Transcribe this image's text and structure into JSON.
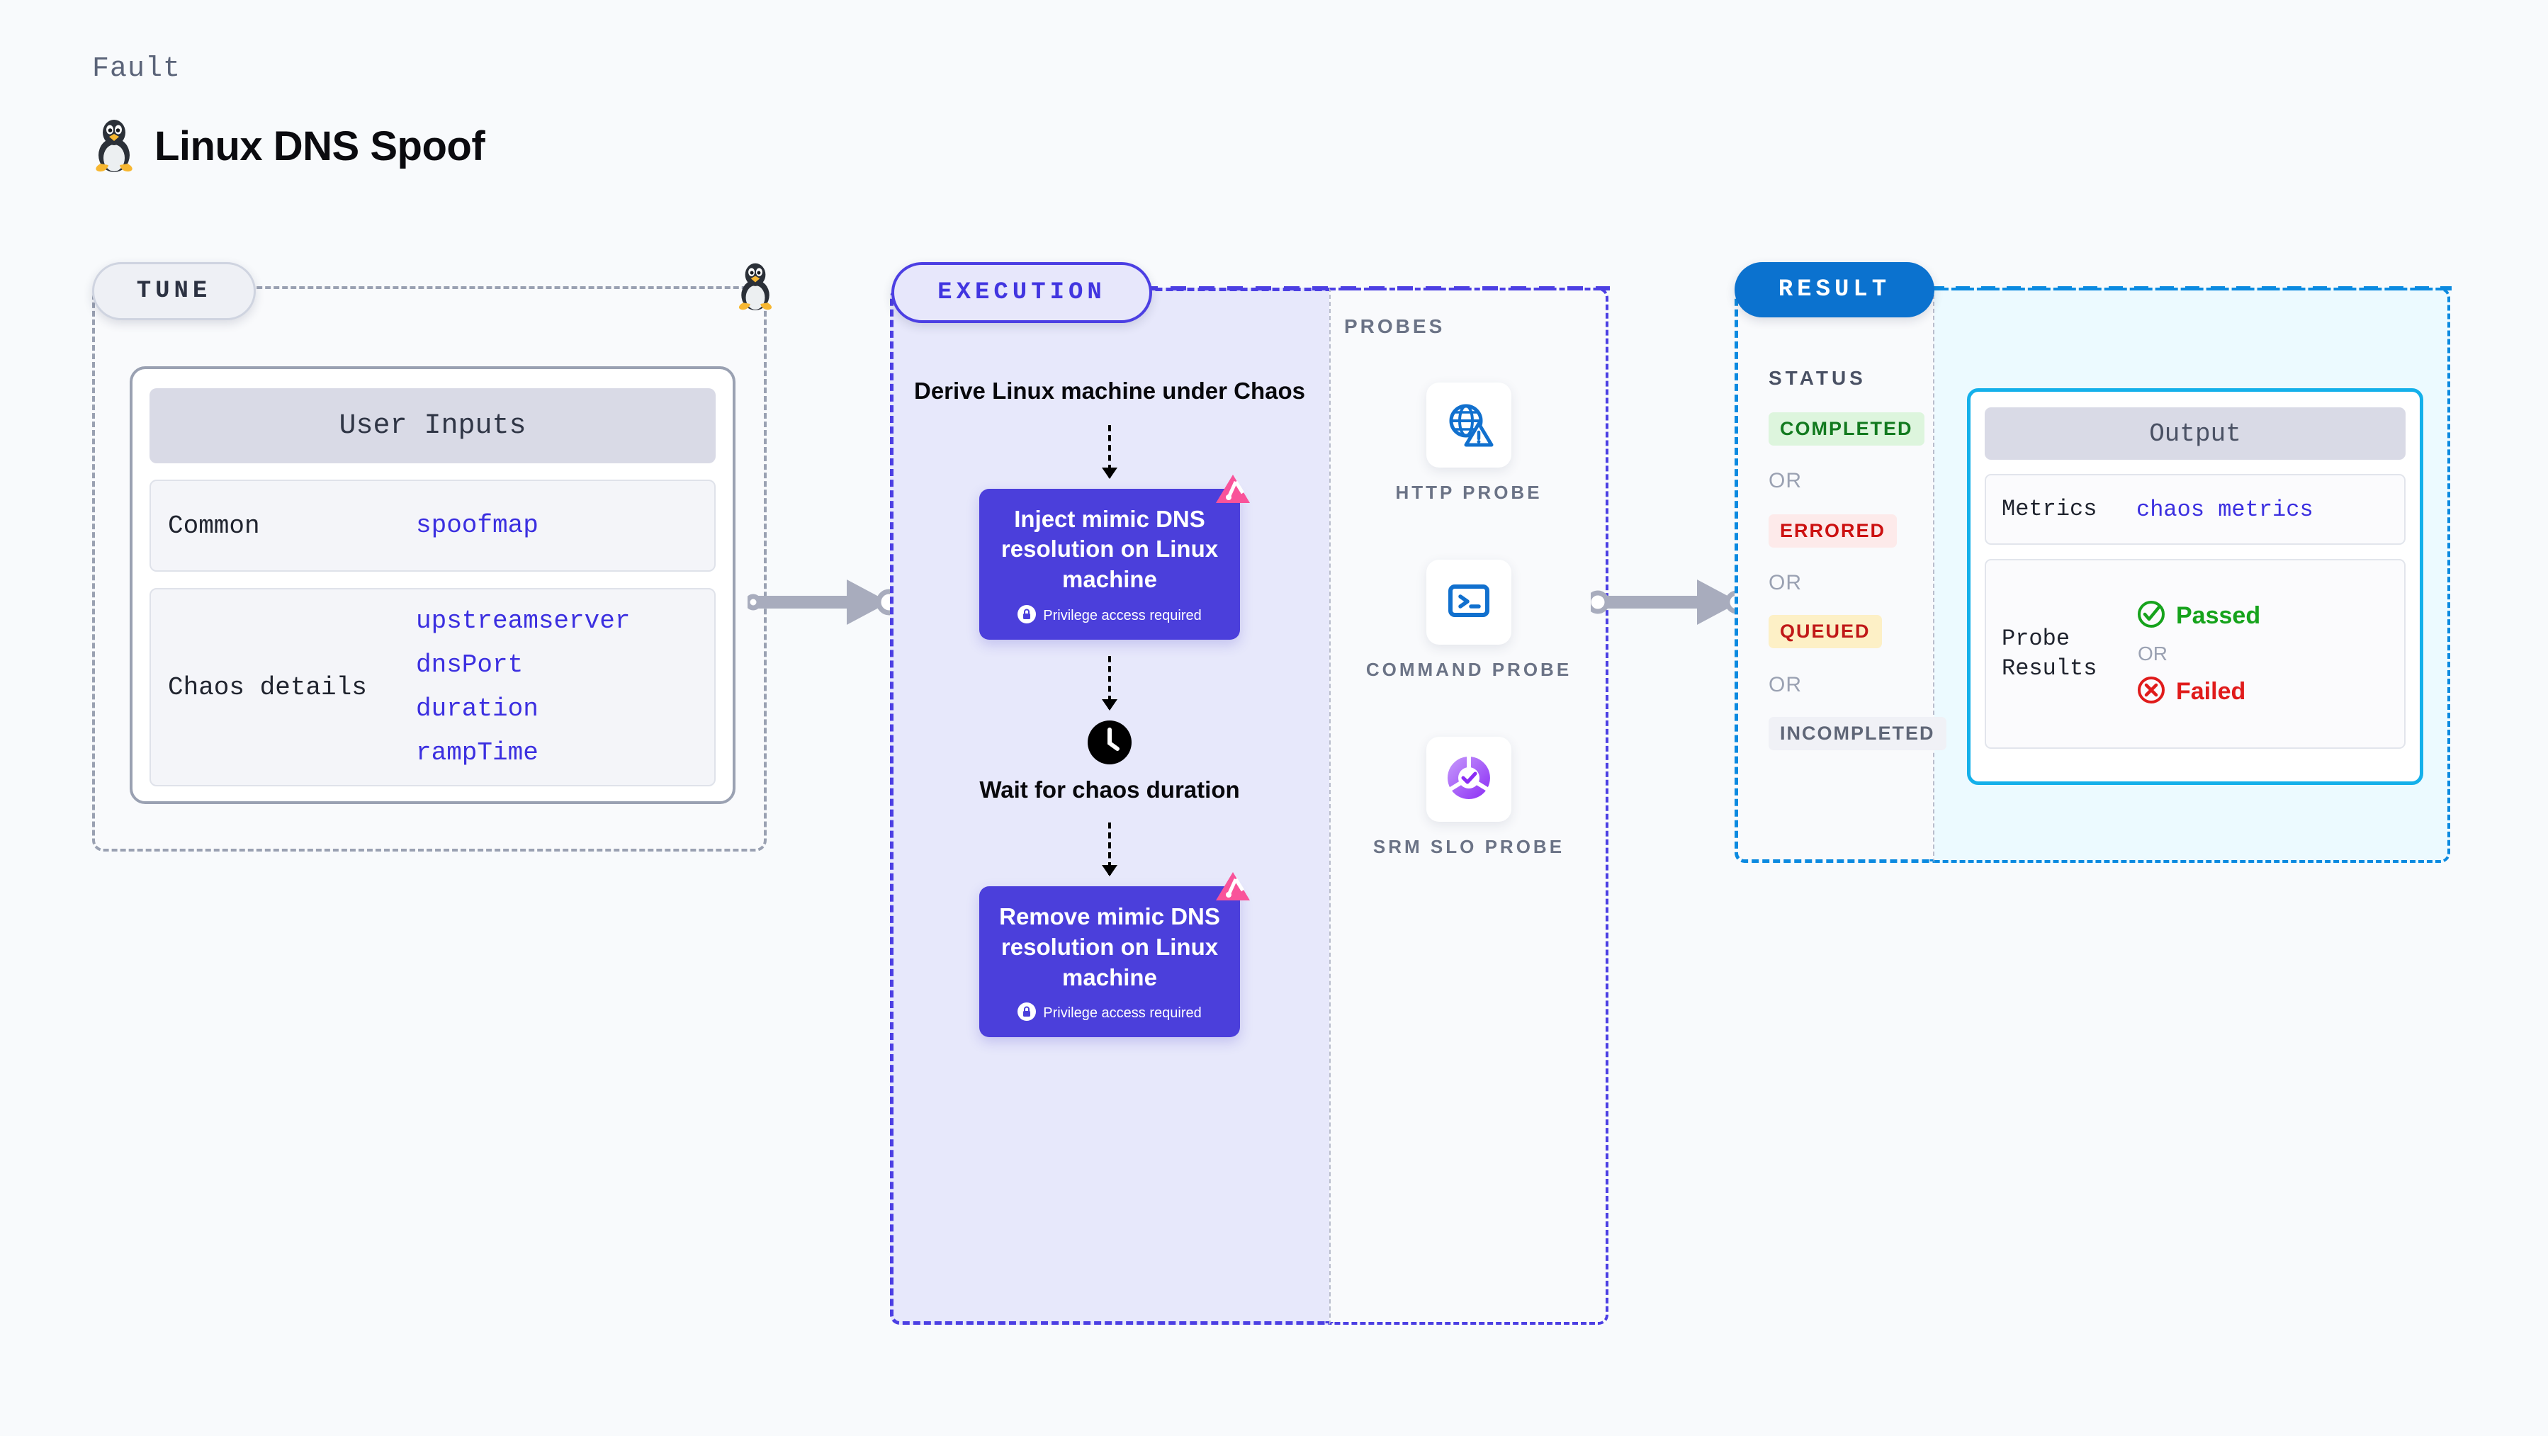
{
  "header": {
    "kicker": "Fault",
    "title": "Linux DNS Spoof",
    "icon": "linux-penguin-icon"
  },
  "tune": {
    "badge": "TUNE",
    "card_title": "User Inputs",
    "rows": [
      {
        "label": "Common",
        "values": [
          "spoofmap"
        ]
      },
      {
        "label": "Chaos details",
        "values": [
          "upstreamserver",
          "dnsPort",
          "duration",
          "rampTime"
        ]
      }
    ]
  },
  "execution": {
    "badge": "EXECUTION",
    "steps": [
      {
        "type": "text",
        "label": "Derive Linux machine under Chaos"
      },
      {
        "type": "action",
        "label": "Inject mimic DNS resolution on Linux machine",
        "note": "Privilege access required",
        "note_icon": "lock-icon",
        "corner_icon": "litmus-logo-icon"
      },
      {
        "type": "wait",
        "label": "Wait for chaos duration",
        "icon": "clock-icon"
      },
      {
        "type": "action",
        "label": "Remove mimic DNS resolution on Linux machine",
        "note": "Privilege access required",
        "note_icon": "lock-icon",
        "corner_icon": "litmus-logo-icon"
      }
    ]
  },
  "probes": {
    "title": "PROBES",
    "items": [
      {
        "label": "HTTP PROBE",
        "icon": "globe-warning-icon"
      },
      {
        "label": "COMMAND PROBE",
        "icon": "terminal-icon"
      },
      {
        "label": "SRM SLO PROBE",
        "icon": "slo-check-icon"
      }
    ]
  },
  "result": {
    "badge": "RESULT",
    "status_title": "STATUS",
    "or_label": "OR",
    "statuses": [
      {
        "label": "COMPLETED",
        "color": "#127a1f",
        "bg": "#ddf5dd"
      },
      {
        "label": "ERRORED",
        "color": "#cc1111",
        "bg": "#fdeaea"
      },
      {
        "label": "QUEUED",
        "color": "#c01818",
        "bg": "#fdf0c6"
      },
      {
        "label": "INCOMPLETED",
        "color": "#5f6677",
        "bg": "#f0f1f6"
      }
    ]
  },
  "output": {
    "card_title": "Output",
    "metrics_label": "Metrics",
    "metrics_value": "chaos metrics",
    "probe_results_label": "Probe Results",
    "or_label": "OR",
    "passed_label": "Passed",
    "failed_label": "Failed",
    "passed_color": "#16a31c",
    "failed_color": "#e01b1b"
  },
  "colors": {
    "page_bg": "#f8fafc",
    "tune_dashed": "#9aa1b2",
    "execution_accent": "#4c3fe3",
    "execution_bg": "#e7e8fb",
    "result_accent": "#0b72cf",
    "output_bg": "#ecfaff",
    "output_border": "#14b0ea",
    "value_blue": "#3b2fe0",
    "litmus_pink": "#f9539a"
  }
}
